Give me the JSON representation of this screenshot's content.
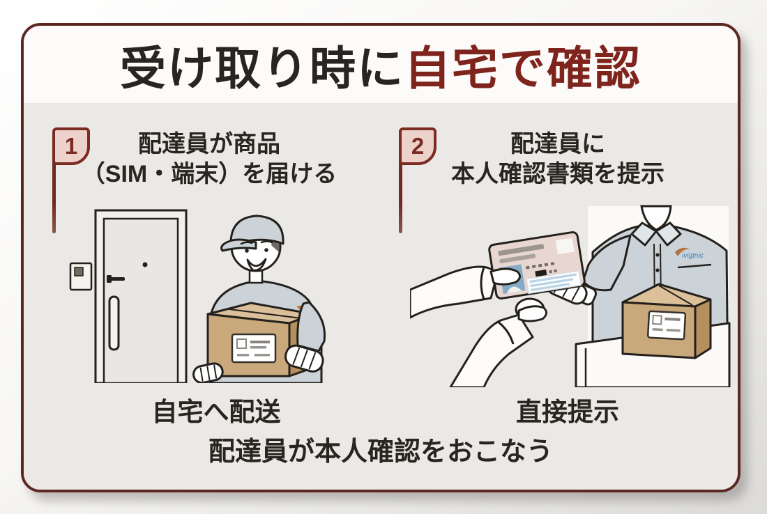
{
  "title": {
    "prefix": "受け取り時に",
    "highlight": "自宅で確認"
  },
  "steps": [
    {
      "number": "1",
      "heading_lines": [
        "配達員が商品",
        "（SIM・端末）を届ける"
      ],
      "caption": "自宅へ配送"
    },
    {
      "number": "2",
      "heading_lines": [
        "配達員に",
        "本人確認書類を提示"
      ],
      "caption": "直接提示"
    }
  ],
  "footer": {
    "note": "配達員が本人確認をおこなう"
  },
  "uniform_logo_text": "ivigtnic",
  "colors": {
    "accent_red": "#7f241d",
    "frame_maroon": "#5c2723",
    "flag_fill": "#ecd2cb",
    "flag_border": "#7b2b22",
    "text": "#29241f",
    "title_bg": "#fcfbf9",
    "body_bg": "#ebe9e5",
    "shirt_blue_gray": "#cbd3d9",
    "box_tan": "#c9a87c",
    "id_card_pink": "#e8d6d1"
  }
}
